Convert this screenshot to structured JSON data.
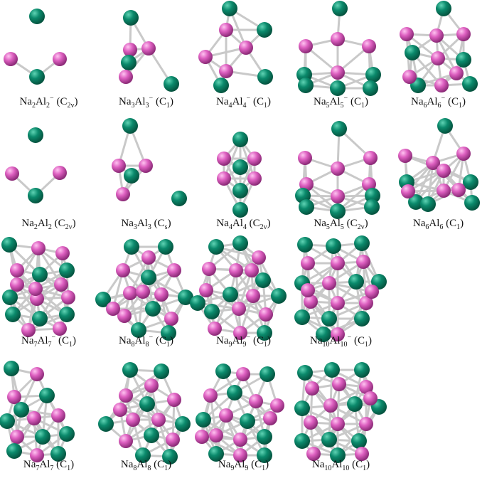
{
  "colors": {
    "na": "#0b8a6c",
    "al": "#dd5fc0",
    "bond": "#c9c9c9"
  },
  "clusters": [
    {
      "name": "Na2Al2-",
      "sym": "C2v",
      "label": {
        "na": "Na",
        "n1": "2",
        "al": "Al",
        "n2": "2",
        "charge": "−",
        "pg": "C",
        "pgsub": "2v"
      }
    },
    {
      "name": "Na3Al3-",
      "sym": "C1",
      "label": {
        "na": "Na",
        "n1": "3",
        "al": "Al",
        "n2": "3",
        "charge": "−",
        "pg": "C",
        "pgsub": "1"
      }
    },
    {
      "name": "Na4Al4-",
      "sym": "C1",
      "label": {
        "na": "Na",
        "n1": "4",
        "al": "Al",
        "n2": "4",
        "charge": "−",
        "pg": "C",
        "pgsub": "1"
      }
    },
    {
      "name": "Na5Al5-",
      "sym": "C1",
      "label": {
        "na": "Na",
        "n1": "5",
        "al": "Al",
        "n2": "5",
        "charge": "−",
        "pg": "C",
        "pgsub": "1"
      }
    },
    {
      "name": "Na6Al6-",
      "sym": "C1",
      "label": {
        "na": "Na",
        "n1": "6",
        "al": "Al",
        "n2": "6",
        "charge": "−",
        "pg": "C",
        "pgsub": "1"
      }
    },
    {
      "name": "Na2Al2",
      "sym": "C2v",
      "label": {
        "na": "Na",
        "n1": "2",
        "al": "Al",
        "n2": "2",
        "charge": "",
        "pg": "C",
        "pgsub": "2v"
      }
    },
    {
      "name": "Na3Al3",
      "sym": "Cs",
      "label": {
        "na": "Na",
        "n1": "3",
        "al": "Al",
        "n2": "3",
        "charge": "",
        "pg": "C",
        "pgsub": "s"
      }
    },
    {
      "name": "Na4Al4",
      "sym": "C2v",
      "label": {
        "na": "Na",
        "n1": "4",
        "al": "Al",
        "n2": "4",
        "charge": "",
        "pg": "C",
        "pgsub": "2v"
      }
    },
    {
      "name": "Na5Al5",
      "sym": "C2v",
      "label": {
        "na": "Na",
        "n1": "5",
        "al": "Al",
        "n2": "5",
        "charge": "",
        "pg": "C",
        "pgsub": "2v"
      }
    },
    {
      "name": "Na6Al6",
      "sym": "C1",
      "label": {
        "na": "Na",
        "n1": "6",
        "al": "Al",
        "n2": "6",
        "charge": "",
        "pg": "C",
        "pgsub": "1"
      }
    },
    {
      "name": "Na7Al7-",
      "sym": "C1",
      "label": {
        "na": "Na",
        "n1": "7",
        "al": "Al",
        "n2": "7",
        "charge": "−",
        "pg": "C",
        "pgsub": "1"
      }
    },
    {
      "name": "Na8Al8-",
      "sym": "C1",
      "label": {
        "na": "Na",
        "n1": "8",
        "al": "Al",
        "n2": "8",
        "charge": "−",
        "pg": "C",
        "pgsub": "1"
      }
    },
    {
      "name": "Na9Al9-",
      "sym": "C1",
      "label": {
        "na": "Na",
        "n1": "9",
        "al": "Al",
        "n2": "9",
        "charge": "−",
        "pg": "C",
        "pgsub": "1"
      }
    },
    {
      "name": "Na10Al10-",
      "sym": "C1",
      "label": {
        "na": "Na",
        "n1": "10",
        "al": "Al",
        "n2": "10",
        "charge": "−",
        "pg": "C",
        "pgsub": "1"
      }
    },
    {
      "name": "Na7Al7",
      "sym": "C1",
      "label": {
        "na": "Na",
        "n1": "7",
        "al": "Al",
        "n2": "7",
        "charge": "",
        "pg": "C",
        "pgsub": "1"
      }
    },
    {
      "name": "Na8Al8",
      "sym": "C1",
      "label": {
        "na": "Na",
        "n1": "8",
        "al": "Al",
        "n2": "8",
        "charge": "",
        "pg": "C",
        "pgsub": "1"
      }
    },
    {
      "name": "Na9Al9",
      "sym": "C1",
      "label": {
        "na": "Na",
        "n1": "9",
        "al": "Al",
        "n2": "9",
        "charge": "",
        "pg": "C",
        "pgsub": "1"
      }
    },
    {
      "name": "Na10Al10",
      "sym": "C1",
      "label": {
        "na": "Na",
        "n1": "10",
        "al": "Al",
        "n2": "10",
        "charge": "",
        "pg": "C",
        "pgsub": "1"
      }
    }
  ]
}
